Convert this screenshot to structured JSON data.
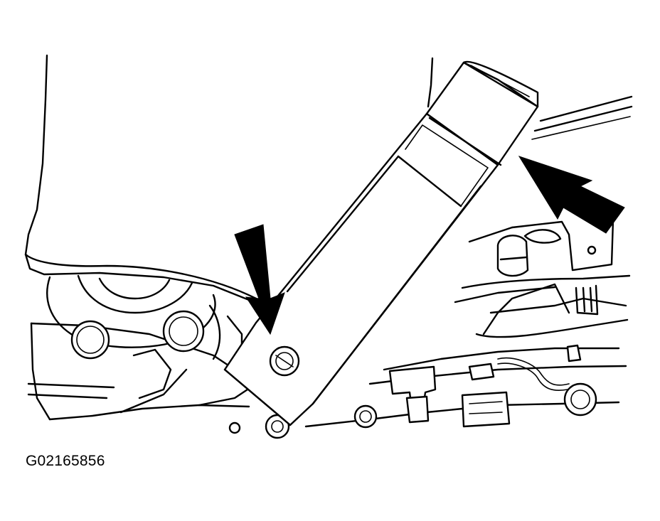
{
  "figure": {
    "code": "G02165856",
    "colors": {
      "ink": "#000000",
      "background": "#ffffff"
    },
    "callouts": [
      {
        "icon": "arrow-down-icon",
        "target": "anchor-bolt"
      },
      {
        "icon": "arrow-up-left-icon",
        "target": "buckle-end"
      }
    ]
  }
}
